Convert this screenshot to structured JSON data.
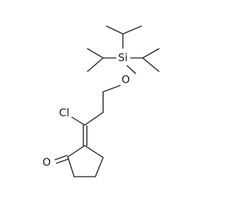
{
  "diagram": {
    "type": "skeletal-formula",
    "bond_color": "#3a3a3a",
    "label_color": "#222222",
    "atoms": [
      {
        "id": "si",
        "label": "Si"
      },
      {
        "id": "o_ether",
        "label": "O"
      },
      {
        "id": "cl",
        "label": "Cl"
      },
      {
        "id": "o_ketone",
        "label": "O"
      }
    ]
  }
}
